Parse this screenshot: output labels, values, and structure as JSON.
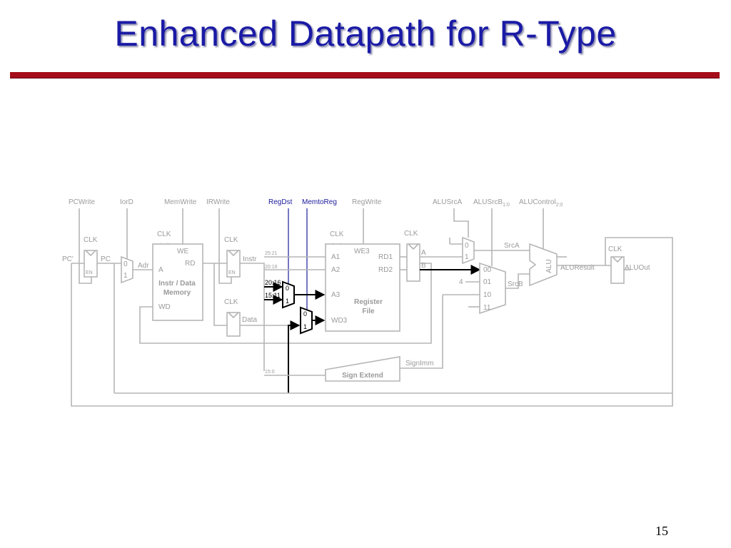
{
  "slide": {
    "title": "Enhanced Datapath for R-Type",
    "page_number": "15"
  },
  "controls": {
    "pcwrite": "PCWrite",
    "iord": "IorD",
    "memwrite": "MemWrite",
    "irwrite": "IRWrite",
    "regdst": "RegDst",
    "memtoreg": "MemtoReg",
    "regwrite": "RegWrite",
    "alusrca": "ALUSrcA",
    "alusrcb": "ALUSrcB",
    "alusrcb_sub": "1:0",
    "alucontrol": "ALUControl",
    "alucontrol_sub": "2:0"
  },
  "blocks": {
    "clk": "CLK",
    "en": "EN",
    "pc_prime": "PC'",
    "pc": "PC",
    "adr": "Adr",
    "mux_0": "0",
    "mux_1": "1",
    "mem_we": "WE",
    "mem_a": "A",
    "mem_rd": "RD",
    "mem_wd": "WD",
    "mem_name_1": "Instr / Data",
    "mem_name_2": "Memory",
    "instr": "Instr",
    "data": "Data",
    "rf_we3": "WE3",
    "rf_a1": "A1",
    "rf_a2": "A2",
    "rf_a3": "A3",
    "rf_wd3": "WD3",
    "rf_rd1": "RD1",
    "rf_rd2": "RD2",
    "rf_name_1": "Register",
    "rf_name_2": "File",
    "reg_a": "A",
    "reg_b": "B",
    "srca": "SrcA",
    "srcb": "SrcB",
    "four": "4",
    "sel_00": "00",
    "sel_01": "01",
    "sel_10": "10",
    "sel_11": "11",
    "alu": "ALU",
    "aluresult": "ALUResult",
    "aluout": "ALUOut",
    "signimm": "SignImm",
    "sign_extend": "Sign Extend"
  },
  "bitfields": {
    "b25_21": "25:21",
    "b20_16": "20:16",
    "b20_16_mux": "20:16",
    "b15_11": "15:11",
    "b15_0": "15:0"
  },
  "colors": {
    "title": "#1a1aa6",
    "rule": "#a50d18",
    "highlight_control": "#1a1a9a",
    "active_path": "#000000",
    "inactive_path": "#b5b5b5"
  }
}
